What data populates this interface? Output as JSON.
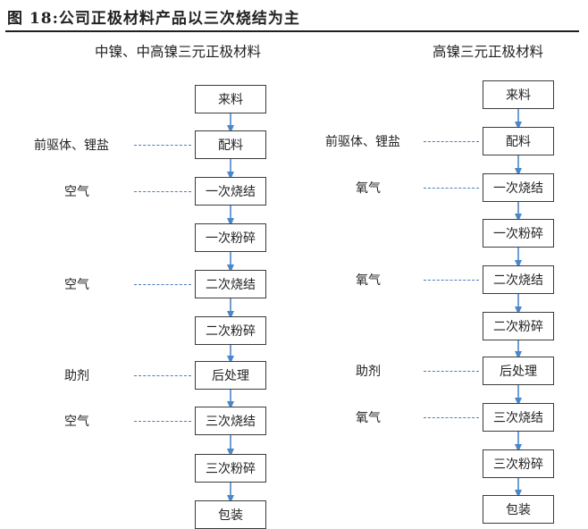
{
  "figure_title": "图 18:公司正极材料产品以三次烧结为主",
  "left": {
    "title": "中镍、中高镍三元正极材料",
    "steps": [
      "来料",
      "配料",
      "一次烧结",
      "一次粉碎",
      "二次烧结",
      "二次粉碎",
      "后处理",
      "三次烧结",
      "三次粉碎",
      "包装"
    ],
    "inputs": [
      {
        "label": "前驱体、锂盐",
        "step": 1
      },
      {
        "label": "空气",
        "step": 2
      },
      {
        "label": "空气",
        "step": 4
      },
      {
        "label": "助剂",
        "step": 6
      },
      {
        "label": "空气",
        "step": 7
      }
    ]
  },
  "right": {
    "title": "高镍三元正极材料",
    "steps": [
      "来料",
      "配料",
      "一次烧结",
      "一次粉碎",
      "二次烧结",
      "二次粉碎",
      "后处理",
      "三次烧结",
      "三次粉碎",
      "包装"
    ],
    "inputs": [
      {
        "label": "前驱体、锂盐",
        "step": 1
      },
      {
        "label": "氧气",
        "step": 2
      },
      {
        "label": "氧气",
        "step": 4
      },
      {
        "label": "助剂",
        "step": 6
      },
      {
        "label": "氧气",
        "step": 7
      }
    ]
  },
  "colors": {
    "arrow": "#4a86c8",
    "dash": "#4a7dbd",
    "box_border": "#3b3b3b"
  }
}
